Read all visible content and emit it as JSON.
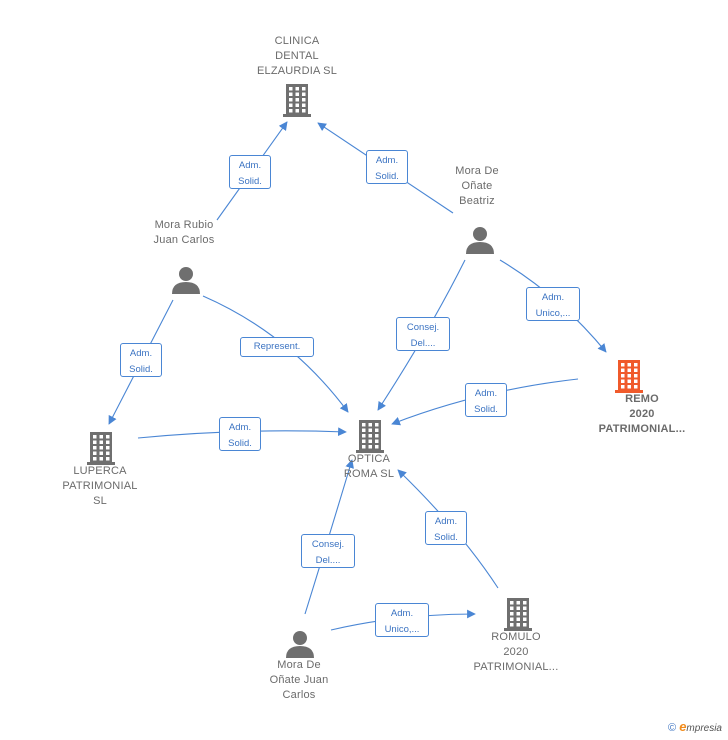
{
  "nodes": {
    "clinica": {
      "label": "CLINICA\nDENTAL\nELZAURDIA  SL",
      "kind": "company",
      "icon": "building-icon",
      "color": "#6f6f6f"
    },
    "mora_beatriz": {
      "label": "Mora De\nOñate\nBeatriz",
      "kind": "person",
      "icon": "person-icon",
      "color": "#6f6f6f"
    },
    "mora_rubio": {
      "label": "Mora Rubio\nJuan Carlos",
      "kind": "person",
      "icon": "person-icon",
      "color": "#6f6f6f"
    },
    "remo": {
      "label": "REMO\n2020\nPATRIMONIAL...",
      "kind": "company",
      "icon": "building-icon",
      "color": "#f05a2b"
    },
    "luperca": {
      "label": "LUPERCA\nPATRIMONIAL\nSL",
      "kind": "company",
      "icon": "building-icon",
      "color": "#6f6f6f"
    },
    "optica": {
      "label": "OPTICA\nROMA SL",
      "kind": "company",
      "icon": "building-icon",
      "color": "#6f6f6f"
    },
    "romulo": {
      "label": "ROMULO\n2020\nPATRIMONIAL...",
      "kind": "company",
      "icon": "building-icon",
      "color": "#6f6f6f"
    },
    "mora_juan": {
      "label": "Mora De\nOñate Juan\nCarlos",
      "kind": "person",
      "icon": "person-icon",
      "color": "#6f6f6f"
    }
  },
  "edges": [
    {
      "id": "e1",
      "label": "Adm.\nSolid.",
      "from": "mora_rubio",
      "to": "clinica"
    },
    {
      "id": "e2",
      "label": "Adm.\nSolid.",
      "from": "mora_beatriz",
      "to": "clinica"
    },
    {
      "id": "e3",
      "label": "Adm.\nSolid.",
      "from": "mora_rubio",
      "to": "luperca"
    },
    {
      "id": "e4",
      "label": "Represent.",
      "from": "mora_rubio",
      "to": "optica"
    },
    {
      "id": "e5",
      "label": "Consej.\nDel....",
      "from": "mora_beatriz",
      "to": "optica"
    },
    {
      "id": "e6",
      "label": "Adm.\nUnico,...",
      "from": "mora_beatriz",
      "to": "remo"
    },
    {
      "id": "e7",
      "label": "Adm.\nSolid.",
      "from": "remo",
      "to": "optica"
    },
    {
      "id": "e8",
      "label": "Adm.\nSolid.",
      "from": "luperca",
      "to": "optica"
    },
    {
      "id": "e9",
      "label": "Consej.\nDel....",
      "from": "mora_juan",
      "to": "optica"
    },
    {
      "id": "e10",
      "label": "Adm.\nSolid.",
      "from": "romulo",
      "to": "optica"
    },
    {
      "id": "e11",
      "label": "Adm.\nUnico,...",
      "from": "mora_juan",
      "to": "romulo"
    }
  ],
  "footer": {
    "copyright_symbol": "©",
    "brand_initial": "e",
    "brand_rest": "mpresia"
  },
  "colors": {
    "edge": "#4a86d4",
    "edge_label_text": "#3b73c2",
    "node_text": "#6b6b6b",
    "highlight": "#f05a2b"
  }
}
